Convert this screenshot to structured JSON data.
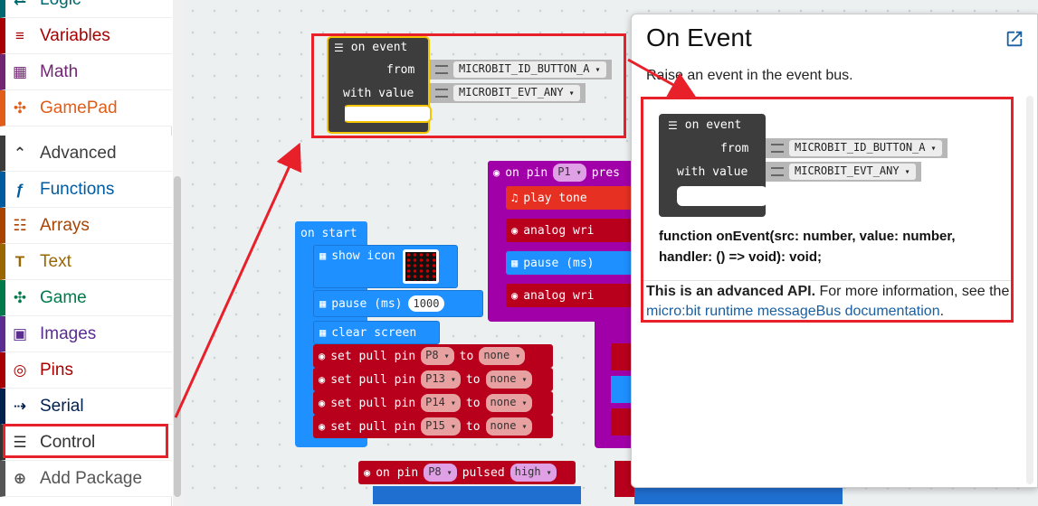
{
  "sidebar": {
    "categories": [
      {
        "label": "Logic",
        "color": "#006970",
        "icon": "logic-icon"
      },
      {
        "label": "Variables",
        "color": "#a80000",
        "icon": "variables-icon"
      },
      {
        "label": "Math",
        "color": "#712672",
        "icon": "math-icon"
      },
      {
        "label": "GamePad",
        "color": "#e05d1a",
        "icon": "gamepad-icon"
      },
      {
        "label": "Advanced",
        "color": "#3c3c3c",
        "icon": "chevron-up-icon"
      },
      {
        "label": "Functions",
        "color": "#005a9e",
        "icon": "function-icon"
      },
      {
        "label": "Arrays",
        "color": "#a94400",
        "icon": "list-icon"
      },
      {
        "label": "Text",
        "color": "#996600",
        "icon": "text-icon"
      },
      {
        "label": "Game",
        "color": "#007a4b",
        "icon": "gamepad-icon"
      },
      {
        "label": "Images",
        "color": "#5c2d91",
        "icon": "image-icon"
      },
      {
        "label": "Pins",
        "color": "#a80000",
        "icon": "pins-icon"
      },
      {
        "label": "Serial",
        "color": "#002050",
        "icon": "usb-icon"
      },
      {
        "label": "Control",
        "color": "#333333",
        "icon": "control-icon"
      },
      {
        "label": "Add Package",
        "color": "#555555",
        "icon": "plus-circle-icon"
      }
    ]
  },
  "workspace": {
    "event_block": {
      "label": "on event",
      "from_label": "from",
      "value_label": "with value",
      "source": "MICROBIT_ID_BUTTON_A",
      "value": "MICROBIT_EVT_ANY"
    },
    "on_start": {
      "label": "on start",
      "show_icon": "show icon",
      "pause": "pause (ms)",
      "pause_value": "1000",
      "clear": "clear screen",
      "pull_rows": [
        {
          "label": "set pull pin",
          "pin": "P8",
          "to": "to",
          "mode": "none"
        },
        {
          "label": "set pull pin",
          "pin": "P13",
          "to": "to",
          "mode": "none"
        },
        {
          "label": "set pull pin",
          "pin": "P14",
          "to": "to",
          "mode": "none"
        },
        {
          "label": "set pull pin",
          "pin": "P15",
          "to": "to",
          "mode": "none"
        }
      ]
    },
    "on_pin_block": {
      "label": "on pin",
      "pin": "P1",
      "pressed": "pres",
      "play_tone": "play tone",
      "analog": "analog wri",
      "pause": "pause (ms)"
    },
    "pulsed_block": {
      "label": "on pin",
      "pin": "P8",
      "pulsed": "pulsed",
      "level": "high"
    }
  },
  "flyout": {
    "title": "On Event",
    "description": "Raise an event in the event bus.",
    "signature": "function onEvent(src: number, value: number, handler: () => void): void;",
    "note_bold": "This is an advanced API.",
    "note_rest": " For more information, see the ",
    "link_text": "micro:bit runtime messageBus documentation",
    "note_end": ".",
    "expand_glyph": "›"
  },
  "colors": {
    "highlight": "#e8202a",
    "workspace_bg": "#ecf0f1",
    "control_block": "#3d3d3d"
  }
}
